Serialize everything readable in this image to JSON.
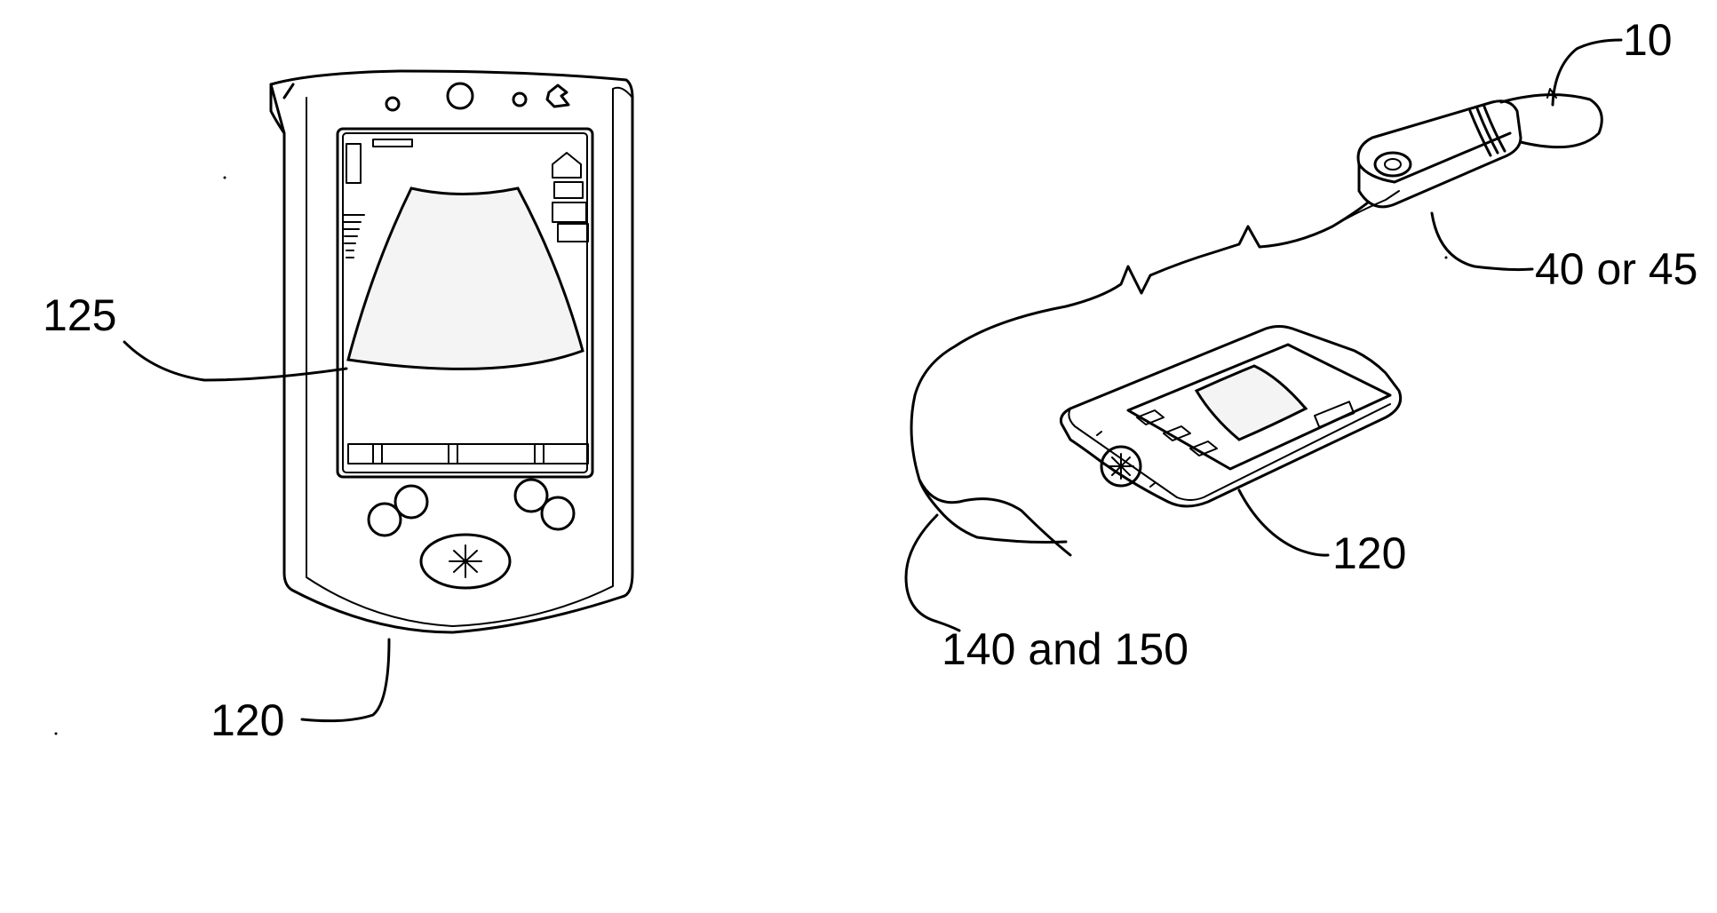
{
  "labels": {
    "ref_125": "125",
    "ref_120_left": "120",
    "ref_10": "10",
    "ref_40_45": "40 or 45",
    "ref_120_right": "120",
    "ref_140_150": "140 and 150"
  },
  "icons": {
    "handheld_device": "pda-ultrasound-display-icon",
    "probe": "ultrasound-transducer-probe-icon",
    "cable": "probe-cable-icon",
    "hand": "hand-holding-device-icon"
  }
}
